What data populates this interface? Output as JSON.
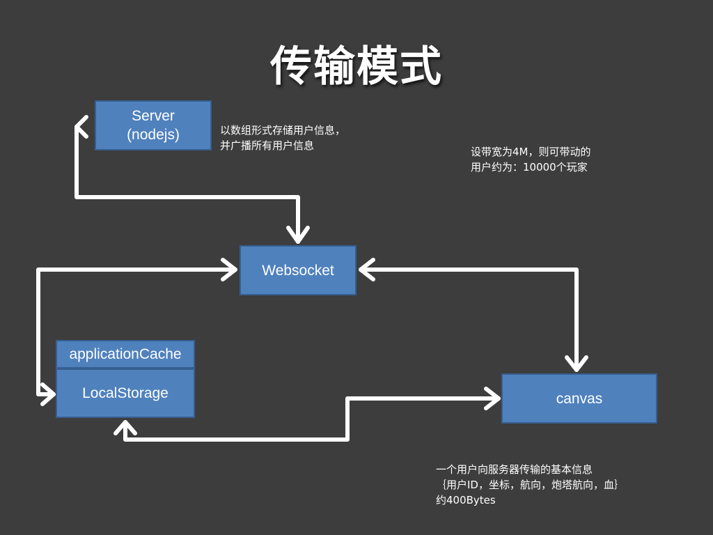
{
  "title": "传输模式",
  "nodes": {
    "server": {
      "line1": "Server",
      "line2": "(nodejs)"
    },
    "websocket": "Websocket",
    "app_cache": "applicationCache",
    "local_storage": "LocalStorage",
    "canvas": "canvas"
  },
  "notes": {
    "server_note": [
      "以数组形式存储用户信息，",
      "并广播所有用户信息"
    ],
    "bandwidth_note": [
      "设带宽为4M，则可带动的",
      "用户约为：10000个玩家"
    ],
    "payload_note": [
      "一个用户向服务器传输的基本信息",
      "｛用户ID，坐标，航向，炮塔航向，血｝",
      "约400Bytes"
    ]
  },
  "colors": {
    "background": "#3d3d3d",
    "box_fill": "#4f81bd",
    "box_border": "#365f91",
    "arrow": "#ffffff",
    "text": "#ffffff"
  },
  "edges": [
    {
      "from": "server",
      "to": "websocket",
      "direction": "both"
    },
    {
      "from": "websocket",
      "to": "local_storage",
      "direction": "both"
    },
    {
      "from": "websocket",
      "to": "canvas",
      "direction": "both"
    },
    {
      "from": "local_storage",
      "to": "canvas",
      "direction": "both"
    }
  ]
}
